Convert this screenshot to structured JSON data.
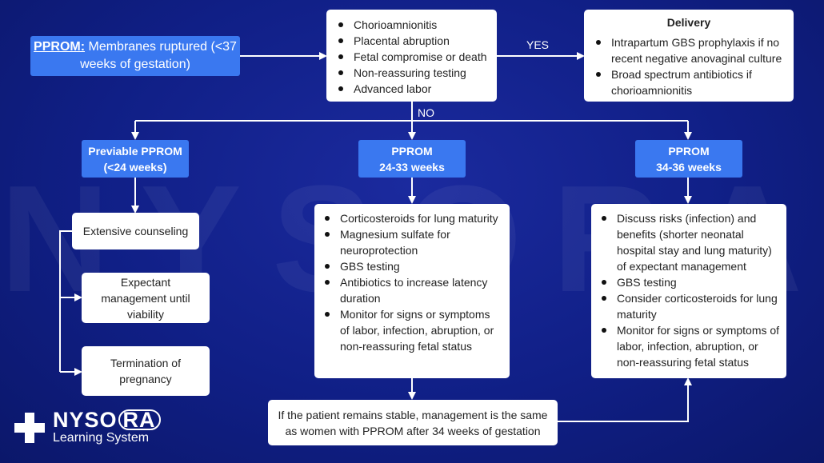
{
  "watermark": {
    "text": "NYSORA©"
  },
  "pprom": {
    "title": "PPROM:",
    "text": "Membranes ruptured (<37 weeks of gestation)"
  },
  "criteria": {
    "items": [
      "Chorioamnionitis",
      "Placental abruption",
      "Fetal compromise or death",
      "Non-reassuring testing",
      "Advanced labor"
    ]
  },
  "labels": {
    "yes": "YES",
    "no": "NO"
  },
  "delivery": {
    "title": "Delivery",
    "items": [
      "Intrapartum GBS prophylaxis if no recent negative anovaginal culture",
      "Broad spectrum antibiotics if chorioamnionitis"
    ]
  },
  "previable": {
    "line1": "Previable PPROM",
    "line2": "(<24 weeks)"
  },
  "mid": {
    "line1": "PPROM",
    "line2": "24-33 weeks"
  },
  "late": {
    "line1": "PPROM",
    "line2": "34-36 weeks"
  },
  "counseling": {
    "text": "Extensive counseling"
  },
  "expectant": {
    "text": "Expectant management until viability"
  },
  "termination": {
    "text": "Termination of pregnancy"
  },
  "mid_mgmt": {
    "items": [
      "Corticosteroids for lung maturity",
      "Magnesium sulfate for neuroprotection",
      "GBS testing",
      "Antibiotics to increase latency duration",
      "Monitor for signs or symptoms of labor, infection, abruption, or non-reassuring fetal status"
    ]
  },
  "late_mgmt": {
    "items": [
      "Discuss risks (infection) and benefits (shorter neonatal hospital stay and lung maturity) of expectant management",
      "GBS testing",
      "Consider corticosteroids for lung maturity",
      "Monitor for signs or symptoms of labor, infection, abruption, or non-reassuring fetal status"
    ]
  },
  "stable": {
    "text": "If the patient remains stable, management is the same as women with PPROM after 34 weeks of gestation"
  },
  "logo": {
    "name_a": "NYSO",
    "name_b": "RA",
    "subtitle": "Learning System"
  }
}
